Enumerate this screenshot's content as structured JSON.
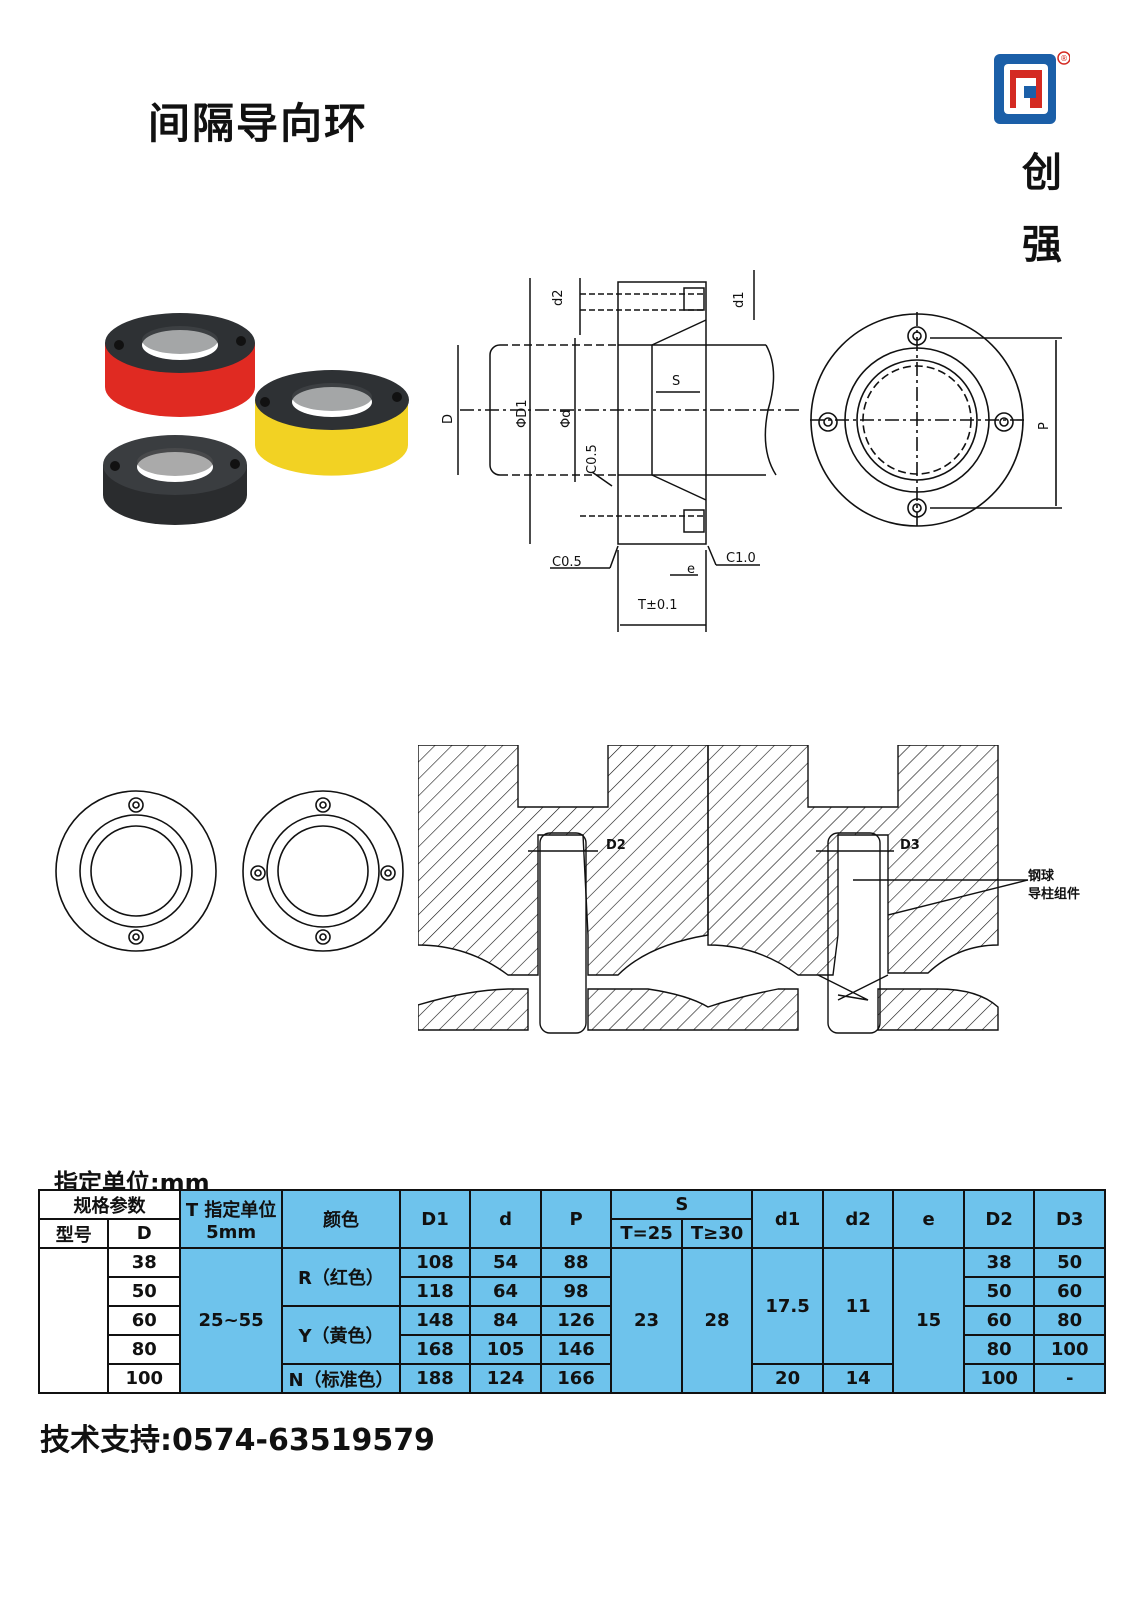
{
  "title": "间隔导向环",
  "brand": {
    "char1": "创",
    "char2": "强",
    "registered": "®"
  },
  "drawing_labels": {
    "d2": "d2",
    "d1": "d1",
    "D": "D",
    "phiD1": "ΦD1",
    "phid": "Φd",
    "S": "S",
    "c05_inner": "C0.5",
    "c05_outer": "C0.5",
    "c10": "C1.0",
    "e": "e",
    "t": "T±0.1",
    "p": "P"
  },
  "assembly_labels": {
    "D2": "D2",
    "D3": "D3",
    "ball": "钢球",
    "pillar": "导柱组件"
  },
  "unit_label": "指定单位:mm",
  "table": {
    "h_spec": "规格参数",
    "h_model": "型号",
    "h_D": "D",
    "h_T": "T 指定单位",
    "h_T2": "5mm",
    "h_color": "颜色",
    "h_D1": "D1",
    "h_d": "d",
    "h_P": "P",
    "h_S": "S",
    "h_S25": "T=25",
    "h_S30": "T≥30",
    "h_d1": "d1",
    "h_d2": "d2",
    "h_e": "e",
    "h_D2": "D2",
    "h_D3": "D3",
    "t_range": "25~55",
    "color_r": "R（红色）",
    "color_y": "Y（黄色）",
    "color_n": "N（标准色）",
    "s25": "23",
    "s30": "28",
    "d1_a": "17.5",
    "d2_a": "11",
    "d1_b": "20",
    "d2_b": "14",
    "e": "15",
    "rows": [
      {
        "D": "38",
        "D1": "108",
        "d": "54",
        "P": "88",
        "D2": "38",
        "D3": "50"
      },
      {
        "D": "50",
        "D1": "118",
        "d": "64",
        "P": "98",
        "D2": "50",
        "D3": "60"
      },
      {
        "D": "60",
        "D1": "148",
        "d": "84",
        "P": "126",
        "D2": "60",
        "D3": "80"
      },
      {
        "D": "80",
        "D1": "168",
        "d": "105",
        "P": "146",
        "D2": "80",
        "D3": "100"
      },
      {
        "D": "100",
        "D1": "188",
        "d": "124",
        "P": "166",
        "D2": "100",
        "D3": "-"
      }
    ]
  },
  "support": "技术支持:0574-63519579",
  "colors": {
    "table_fill": "#6ec3ec",
    "ring_red": "#e02a22",
    "ring_yellow": "#f2d223",
    "ring_black": "#2e3134",
    "logo_blue": "#1b5fa8",
    "logo_red": "#d42a22"
  }
}
